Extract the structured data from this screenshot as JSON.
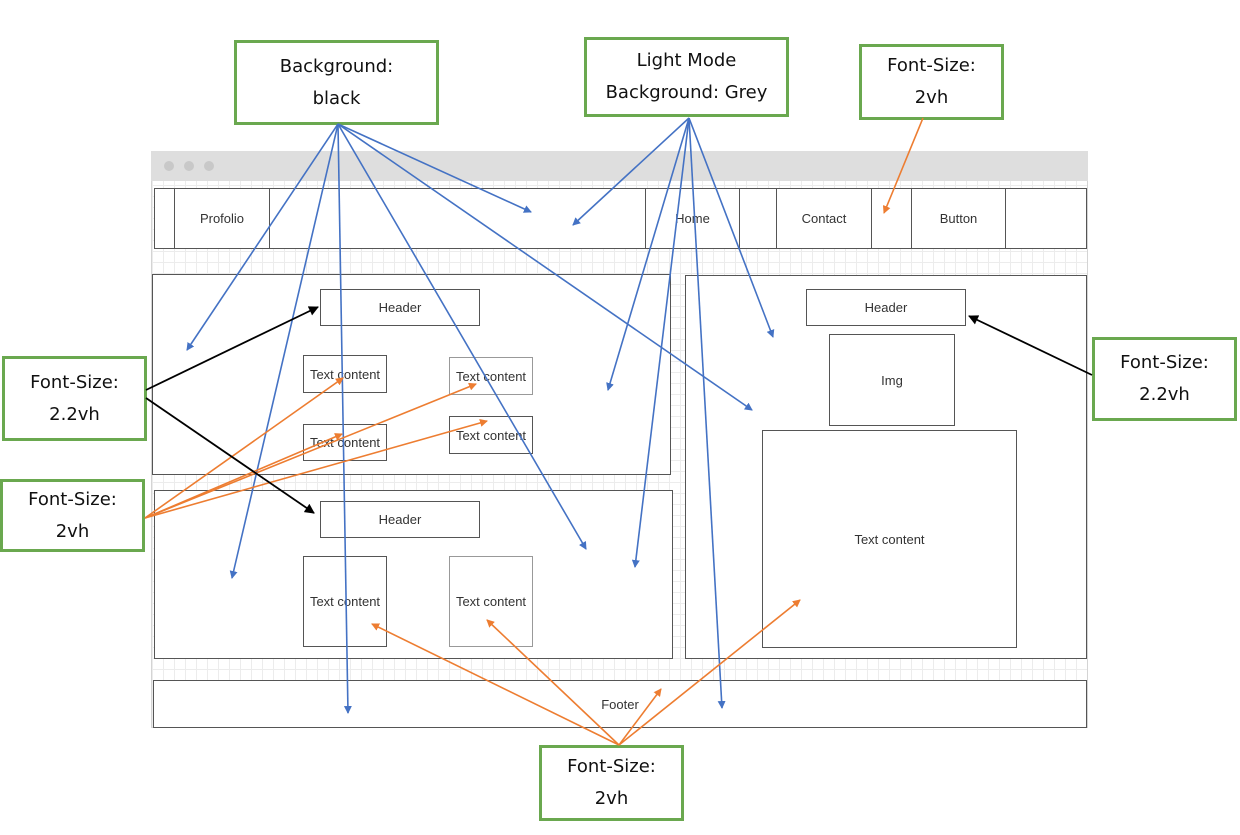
{
  "colors": {
    "blue_arrow": "#4472c4",
    "orange_arrow": "#ed7d31",
    "black_arrow": "#000000",
    "note_border": "#6aa84f"
  },
  "nav": {
    "logo": "Profolio",
    "home": "Home",
    "contact": "Contact",
    "button": "Button"
  },
  "left_top": {
    "header": "Header",
    "text1": "Text content",
    "text2": "Text content",
    "text3": "Text content",
    "text4": "Text content"
  },
  "left_bottom": {
    "header": "Header",
    "text1": "Text content",
    "text2": "Text content"
  },
  "right": {
    "header": "Header",
    "img": "Img",
    "text": "Text content"
  },
  "footer": {
    "label": "Footer"
  },
  "notes": {
    "bg_black": {
      "line1": "Background:",
      "line2": "black"
    },
    "light_mode": {
      "line1": "Light Mode",
      "line2": "Background: Grey"
    },
    "fs_nav": {
      "line1": "Font-Size:",
      "line2": "2vh"
    },
    "fs_left_header": {
      "line1": "Font-Size:",
      "line2": "2.2vh"
    },
    "fs_right_header": {
      "line1": "Font-Size:",
      "line2": "2.2vh"
    },
    "fs_left_text": {
      "line1": "Font-Size:",
      "line2": "2vh"
    },
    "fs_bottom": {
      "line1": "Font-Size:",
      "line2": "2vh"
    }
  }
}
